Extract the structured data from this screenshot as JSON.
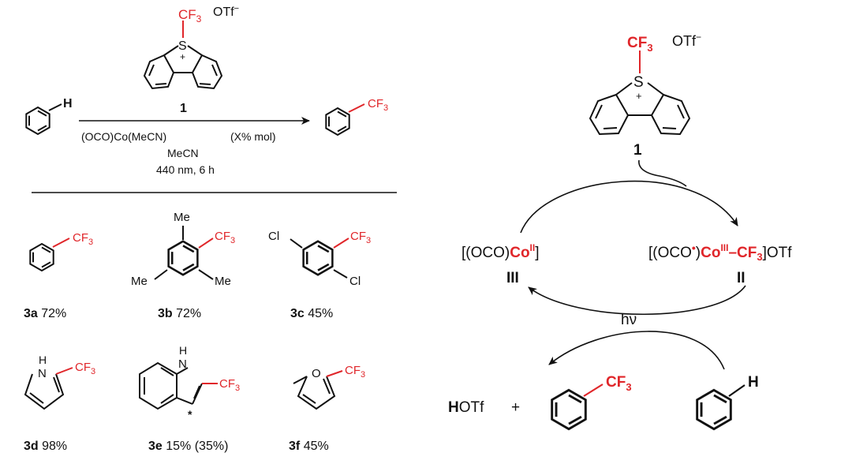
{
  "colors": {
    "ink": "#111111",
    "accent": "#e0262a"
  },
  "reagent": {
    "cf3": "CF",
    "cf3_sub": "3",
    "counterion": "OTf",
    "counterion_sup": "−",
    "sulfur": "S",
    "plus": "+",
    "number": "1"
  },
  "reaction": {
    "h": "H",
    "product_cf3": "CF",
    "product_cf3_sub": "3",
    "catalyst": "(OCO)Co(MeCN)",
    "loading": "(X% mol)",
    "solvent": "MeCN",
    "conditions": "440 nm, 6 h"
  },
  "substrates": [
    {
      "id": "3a",
      "yield": "72%",
      "cf3": "CF",
      "sub": "3"
    },
    {
      "id": "3b",
      "yield": "72%",
      "cf3": "CF",
      "sub": "3",
      "me1": "Me",
      "me2": "Me",
      "me3": "Me"
    },
    {
      "id": "3c",
      "yield": "45%",
      "cf3": "CF",
      "sub": "3",
      "cl1": "Cl",
      "cl2": "Cl"
    },
    {
      "id": "3d",
      "yield": "98%",
      "cf3": "CF",
      "sub": "3",
      "nh": "H",
      "n": "N"
    },
    {
      "id": "3e",
      "yield": "15% (35%)",
      "cf3": "CF",
      "sub": "3",
      "nh": "H",
      "n": "N",
      "star": "*"
    },
    {
      "id": "3f",
      "yield": "45%",
      "cf3": "CF",
      "sub": "3",
      "o": "O"
    }
  ],
  "cycle": {
    "reagent_number": "1",
    "cf3": "CF",
    "cf3_sub": "3",
    "counterion": "OTf",
    "counterion_sup": "−",
    "sulfur": "S",
    "plus": "+",
    "left_open": "[(OCO)",
    "left_co": "Co",
    "left_ox": "II",
    "left_close": "]",
    "left_label": "III",
    "right_open": "[(OCO",
    "right_dot": "•",
    "right_mid": ")",
    "right_co": "Co",
    "right_ox": "III",
    "right_cf3": "–CF",
    "right_cf3_sub": "3",
    "right_close": "]OTf",
    "right_label": "II",
    "hv": "hν",
    "hotf_h": "H",
    "hotf_rest": "OTf",
    "plus_sign": "+",
    "product_cf3": "CF",
    "product_cf3_sub": "3",
    "substrate_h": "H"
  }
}
